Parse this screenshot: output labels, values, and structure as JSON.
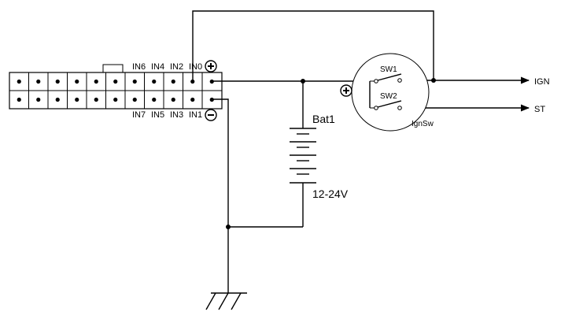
{
  "connector": {
    "top_labels": [
      "IN6",
      "IN4",
      "IN2",
      "IN0"
    ],
    "bottom_labels": [
      "IN7",
      "IN5",
      "IN3",
      "IN1"
    ],
    "plus_symbol": "+",
    "minus_symbol": "−"
  },
  "battery": {
    "name": "Bat1",
    "voltage": "12-24V"
  },
  "switch": {
    "name": "IgnSw",
    "sw1_label": "SW1",
    "sw2_label": "SW2",
    "plus_symbol": "+"
  },
  "outputs": {
    "ign": "IGN",
    "st": "ST"
  }
}
